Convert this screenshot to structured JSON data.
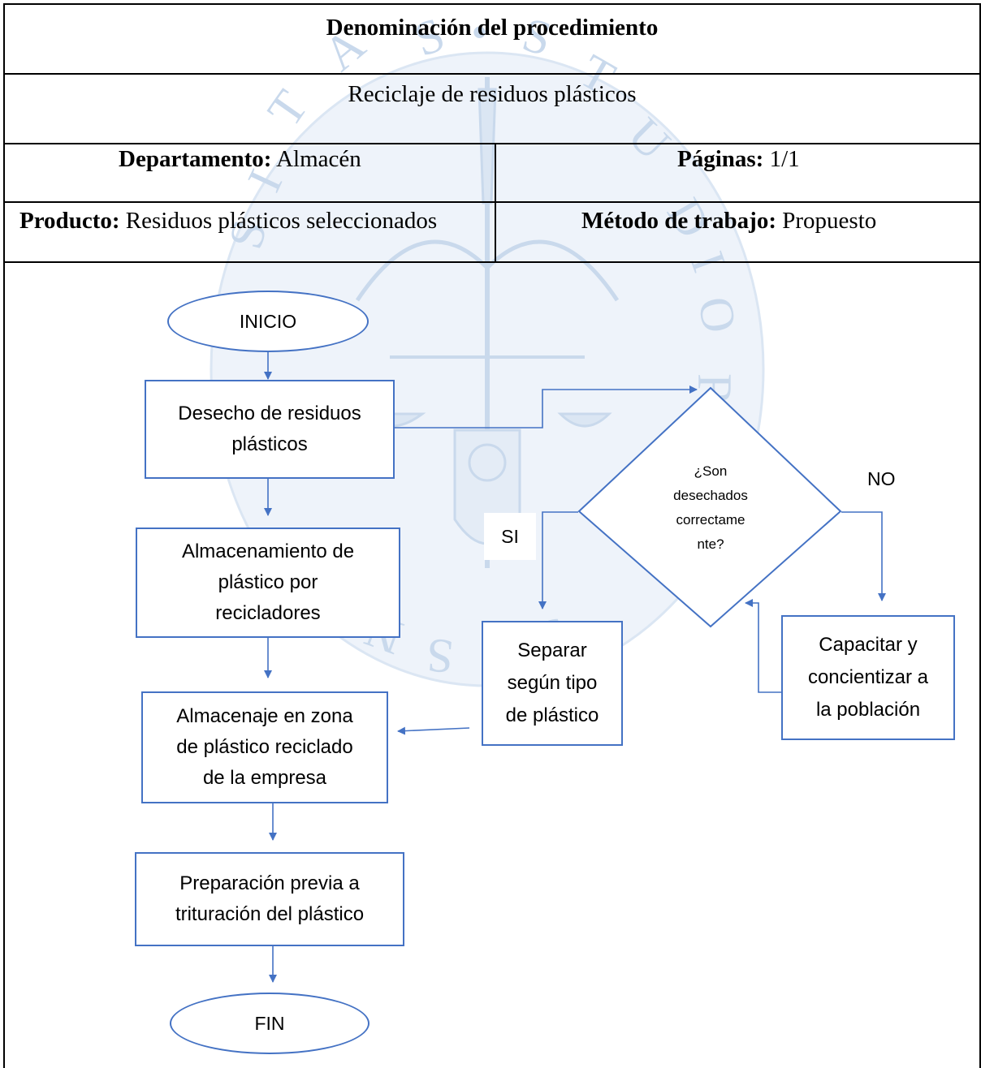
{
  "header": {
    "title": "Denominación del procedimiento",
    "procedure": "Reciclaje de residuos plásticos",
    "department_label": "Departamento:",
    "department_value": "Almacén",
    "pages_label": "Páginas:",
    "pages_value": "1/1",
    "product_label": "Producto:",
    "product_value": "Residuos plásticos seleccionados",
    "method_label": "Método de trabajo:",
    "method_value": "Propuesto"
  },
  "flowchart": {
    "start": "INICIO",
    "step1": [
      "Desecho de residuos",
      "plásticos"
    ],
    "step2": [
      "Almacenamiento de",
      "plástico por",
      "recicladores"
    ],
    "step3": [
      "Almacenaje en zona",
      "de plástico reciclado",
      "de la empresa"
    ],
    "step4": [
      "Preparación previa a",
      "trituración del plástico"
    ],
    "end": "FIN",
    "decision": [
      "¿Son",
      "desechados",
      "correctame",
      "nte?"
    ],
    "yes_label": "SI",
    "no_label": "NO",
    "separate": [
      "Separar",
      "según tipo",
      "de plástico"
    ],
    "train": [
      "Capacitar y",
      "concientizar a",
      "la población"
    ]
  },
  "colors": {
    "flow": "#4472c4",
    "watermark": "#c5d6ea",
    "border": "#000000"
  }
}
